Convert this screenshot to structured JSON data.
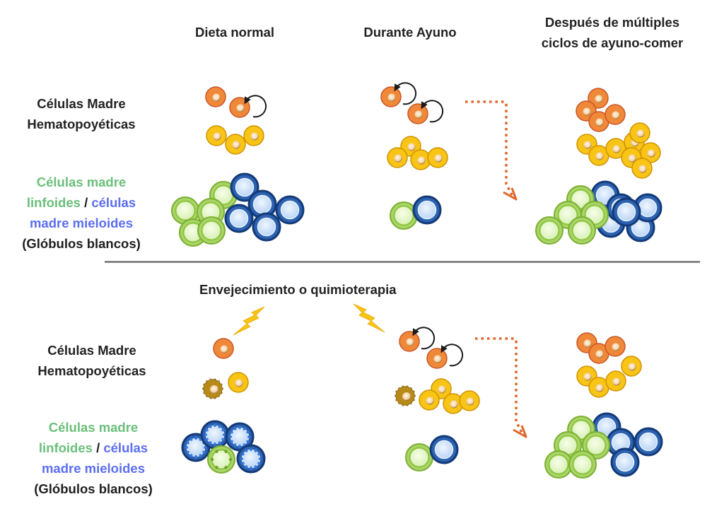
{
  "columns": {
    "normal": "Dieta normal",
    "fasting": "Durante Ayuno",
    "after_line1": "Después de múltiples",
    "after_line2": "ciclos de ayuno-comer"
  },
  "top_panel": {
    "hsc_label_line1": "Células Madre",
    "hsc_label_line2": "Hematopoyéticas",
    "wbc_label": {
      "lymphoid_line1": "Células madre",
      "lymphoid_line2": "linfoides",
      "separator": " / ",
      "myeloid_line1": "células",
      "myeloid_line2": "madre mieloides",
      "note": "(Glóbulos blancos)"
    }
  },
  "bottom_panel": {
    "condition_title": "Envejecimiento o quimioterapia",
    "hsc_label_line1": "Células Madre",
    "hsc_label_line2": "Hematopoyéticas",
    "wbc_label": {
      "lymphoid_line1": "Células madre",
      "lymphoid_line2": "linfoides",
      "separator": " / ",
      "myeloid_line1": "células",
      "myeloid_line2": "madre mieloides",
      "note": "(Glóbulos blancos)"
    }
  },
  "legend_colors": {
    "hsc_long_term": "#f0883a",
    "hsc_short_term": "#f8c415",
    "damaged_cell": "#b88a18",
    "lymphoid": "#8cc43a",
    "myeloid": "#1f4f9a",
    "arrow": "#e0662a",
    "lightning": "#f8c415",
    "lymphoid_text": "#6abf7a",
    "myeloid_text": "#5b6ef0"
  },
  "cell_counts": {
    "top": {
      "normal": {
        "orange": 2,
        "yellow": 3,
        "green": 5,
        "blue": 5
      },
      "fasting": {
        "orange": 2,
        "yellow": 4,
        "green": 1,
        "blue": 1
      },
      "after": {
        "orange": 4,
        "yellow": 8,
        "green": 6,
        "blue": 6
      }
    },
    "bottom": {
      "normal": {
        "orange": 1,
        "yellow": 1,
        "damaged_yellow": 1,
        "damaged_green": 1,
        "damaged_blue": 4
      },
      "fasting": {
        "orange": 2,
        "yellow": 4,
        "damaged_yellow": 1,
        "green": 1,
        "blue": 1
      },
      "after": {
        "orange": 3,
        "yellow": 4,
        "green": 6,
        "blue": 5
      }
    }
  }
}
